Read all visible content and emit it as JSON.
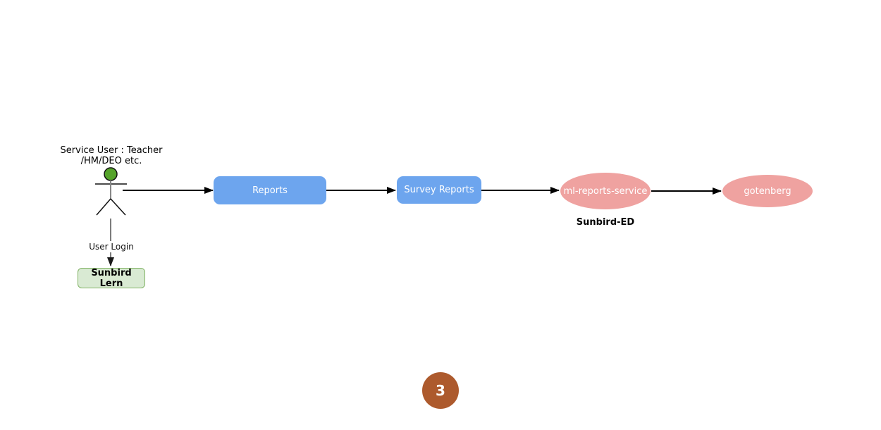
{
  "diagram": {
    "actor": {
      "label_line1": "Service User : Teacher",
      "label_line2": "/HM/DEO etc."
    },
    "nodes": {
      "reports": {
        "label": "Reports",
        "shape": "rounded-rect",
        "fill": "#6DA5EE",
        "text_color": "#ffffff"
      },
      "survey_reports": {
        "label": "Survey Reports",
        "shape": "rounded-rect",
        "fill": "#6DA5EE",
        "text_color": "#ffffff"
      },
      "ml_reports_service": {
        "label": "ml-reports-service",
        "shape": "ellipse",
        "fill": "#EFA2A0",
        "text_color": "#ffffff"
      },
      "gotenberg": {
        "label": "gotenberg",
        "shape": "ellipse",
        "fill": "#EFA2A0",
        "text_color": "#ffffff"
      },
      "sunbird_lern": {
        "label": "Sunbird Lern",
        "shape": "rounded-rect",
        "fill": "#D9EAD3",
        "border_color": "#82B366",
        "text_color": "#000000"
      }
    },
    "edge_labels": {
      "user_login": "User Login",
      "sunbird_ed": "Sunbird-ED"
    },
    "edges": [
      {
        "from": "actor",
        "to": "reports"
      },
      {
        "from": "reports",
        "to": "survey_reports"
      },
      {
        "from": "survey_reports",
        "to": "ml_reports_service"
      },
      {
        "from": "ml_reports_service",
        "to": "gotenberg"
      },
      {
        "from": "actor",
        "to": "sunbird_lern",
        "label": "User Login"
      }
    ],
    "page_number": "3",
    "colors": {
      "actor_head_fill": "#55A32A",
      "arrow_color": "#000000",
      "connector_color": "#5c5c5c",
      "page_circle_fill": "#AD5A2D",
      "background": "#ffffff"
    }
  }
}
